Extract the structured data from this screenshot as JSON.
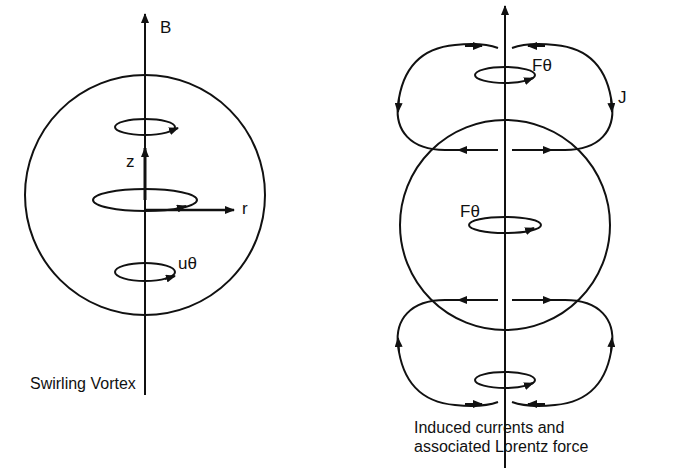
{
  "diagram": {
    "labels": [
      "B",
      "z",
      "r",
      "uθ",
      "Swirling Vortex",
      "Fθ",
      "J",
      "Fθ",
      "Induced currents and associated Lorentz force"
    ]
  }
}
